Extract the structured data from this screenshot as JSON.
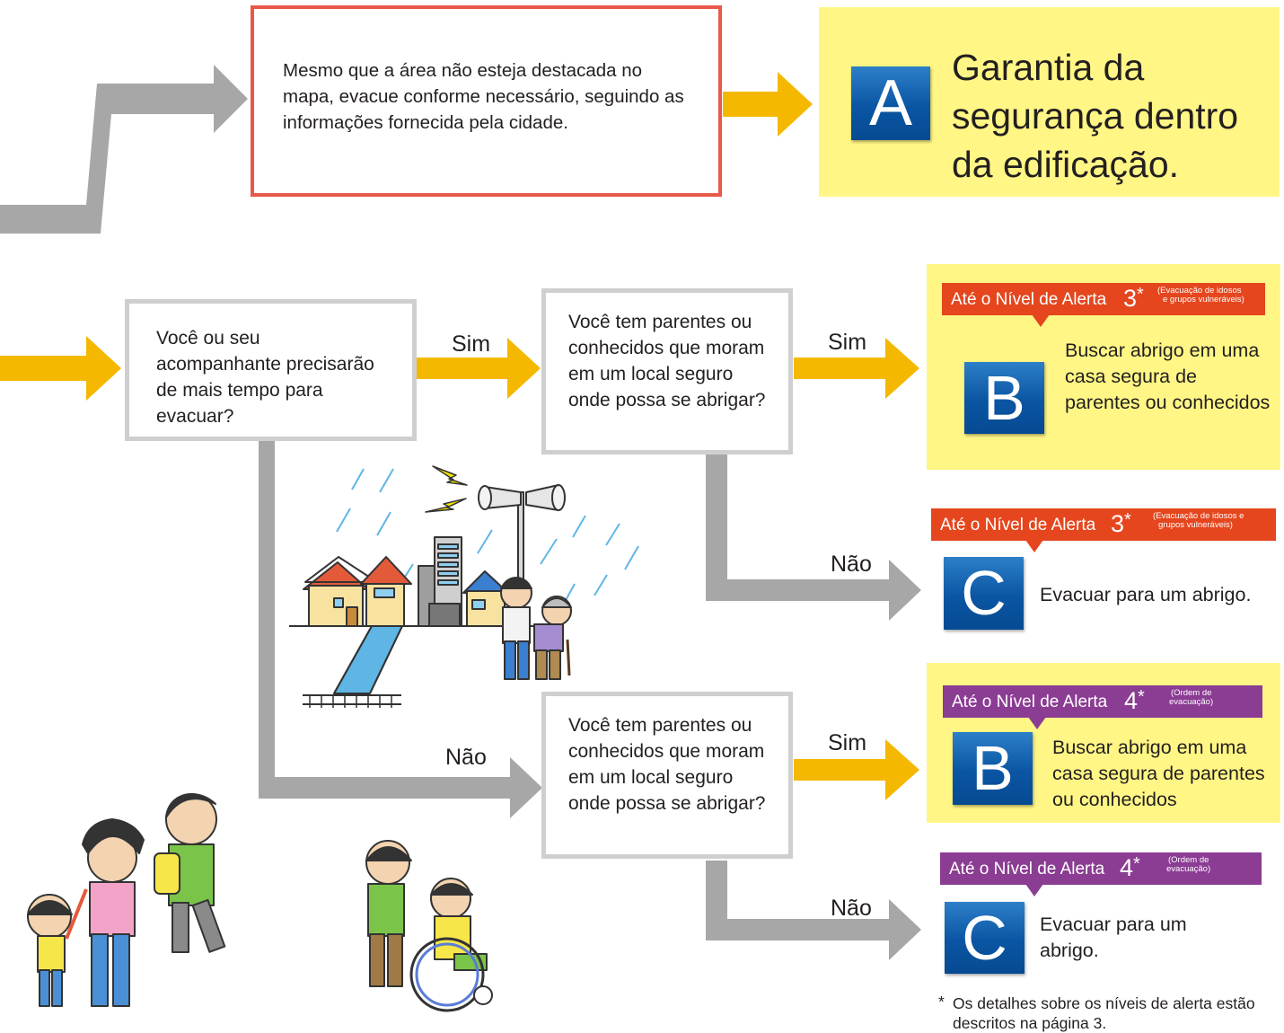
{
  "top_box": {
    "text": "Mesmo que a área não esteja destacada no mapa, evacue conforme necessário, seguindo as informações fornecida pela cidade."
  },
  "result_a": {
    "letter": "A",
    "text": "Garantia da segurança dentro da edificação."
  },
  "question_1": {
    "text": "Você ou seu acompanhante precisarão de mais tempo para evacuar?"
  },
  "question_2": {
    "text": "Você tem parentes ou conhecidos que moram em um local seguro onde possa se abrigar?"
  },
  "question_3": {
    "text": "Você tem parentes ou conhecidos que moram em um local seguro onde possa se abrigar?"
  },
  "labels": {
    "sim": "Sim",
    "nao": "Não"
  },
  "alerts": [
    {
      "prefix": "Até o Nível de Alerta",
      "level": "3",
      "star": "*",
      "note_line1": "(Evacuação de idosos",
      "note_line2": "e grupos vulneráveis)",
      "color": "#e5461d"
    },
    {
      "prefix": "Até o Nível de Alerta",
      "level": "3",
      "star": "*",
      "note_line1": "(Evacuação de idosos e",
      "note_line2": "grupos vulneráveis)",
      "color": "#e5461d"
    },
    {
      "prefix": "Até o Nível de Alerta",
      "level": "4",
      "star": "*",
      "note_line1": "(Ordem de",
      "note_line2": "evacuação)",
      "color": "#8b3c93"
    },
    {
      "prefix": "Até o Nível de Alerta",
      "level": "4",
      "star": "*",
      "note_line1": "(Ordem de",
      "note_line2": "evacuação)",
      "color": "#8b3c93"
    }
  ],
  "results": [
    {
      "letter": "B",
      "text": "Buscar abrigo em uma casa segura de parentes ou conhecidos"
    },
    {
      "letter": "C",
      "text": "Evacuar para um abrigo."
    },
    {
      "letter": "B",
      "text": "Buscar abrigo em uma casa segura de parentes ou conhecidos"
    },
    {
      "letter": "C",
      "text": "Evacuar para um abrigo."
    }
  ],
  "footnote": {
    "star": "*",
    "text": "Os detalhes sobre os níveis de alerta estão descritos na página 3."
  },
  "colors": {
    "yellow_arrow": "#f5b800",
    "grey_arrow": "#a7a7a7",
    "highlight": "#fff685",
    "letter_blue": "#0a55a3",
    "red_border": "#e8594a"
  }
}
